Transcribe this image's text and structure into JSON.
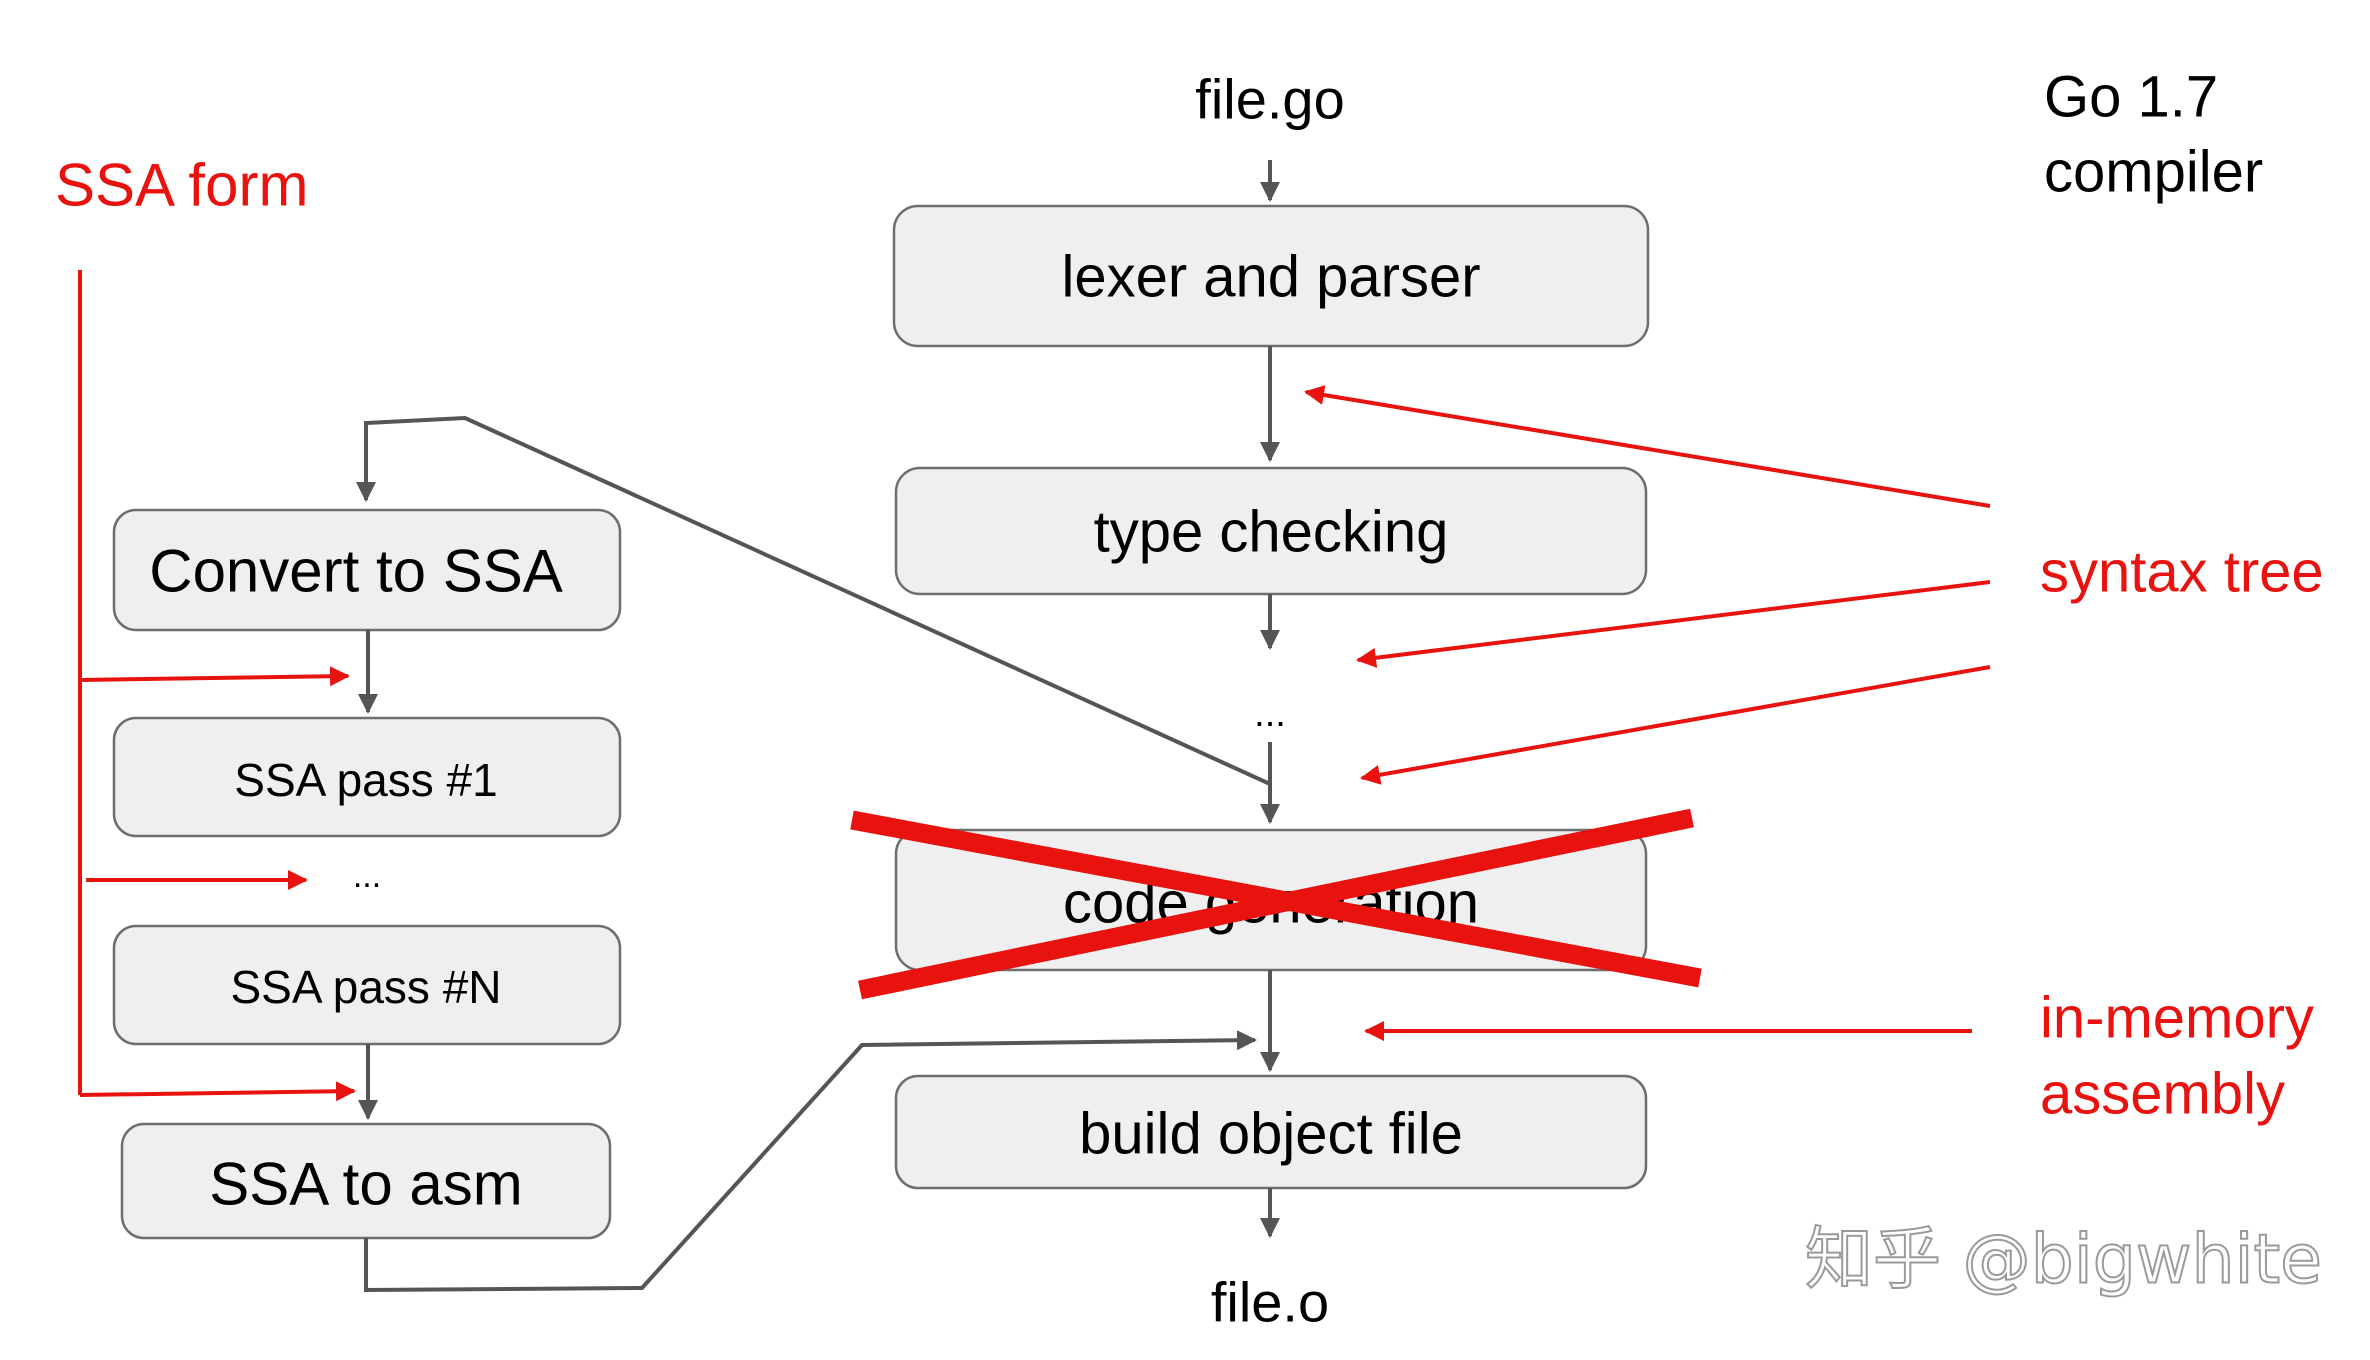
{
  "labels": {
    "input_file": "file.go",
    "output_file": "file.o",
    "version_line1": "Go 1.7",
    "version_line2": "compiler",
    "ssa_form": "SSA form",
    "syntax_tree": "syntax tree",
    "in_memory_line1": "in-memory",
    "in_memory_line2": "assembly",
    "center_ellipsis": "...",
    "left_ellipsis": "...",
    "watermark": "知乎 @bigwhite"
  },
  "pipeline": {
    "lexer": "lexer and parser",
    "typecheck": "type checking",
    "codegen": "code generation",
    "build": "build object file"
  },
  "ssa": {
    "convert": "Convert to SSA",
    "pass1": "SSA pass #1",
    "passN": "SSA pass #N",
    "toasm": "SSA to asm"
  },
  "colors": {
    "annotation_red": "#e8120f",
    "connector_gray": "#555555",
    "box_fill": "#efefef",
    "box_border": "#6e6e6e"
  }
}
